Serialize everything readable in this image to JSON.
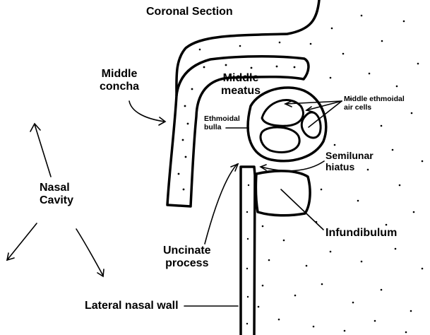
{
  "title": "Coronal Section",
  "labels": {
    "middle_concha": [
      "Middle",
      "concha"
    ],
    "middle_meatus": [
      "Middle",
      "meatus"
    ],
    "middle_ethmoidal_air_cells": [
      "Middle ethmoidal",
      "air cells"
    ],
    "ethmoidal_bulla": [
      "Ethmoidal",
      "bulla"
    ],
    "semilunar_hiatus": [
      "Semilunar",
      "hiatus"
    ],
    "nasal_cavity": [
      "Nasal",
      "Cavity"
    ],
    "infundibulum": "Infundibulum",
    "uncinate_process": [
      "Uncinate",
      "process"
    ],
    "lateral_nasal_wall": "Lateral nasal wall"
  }
}
